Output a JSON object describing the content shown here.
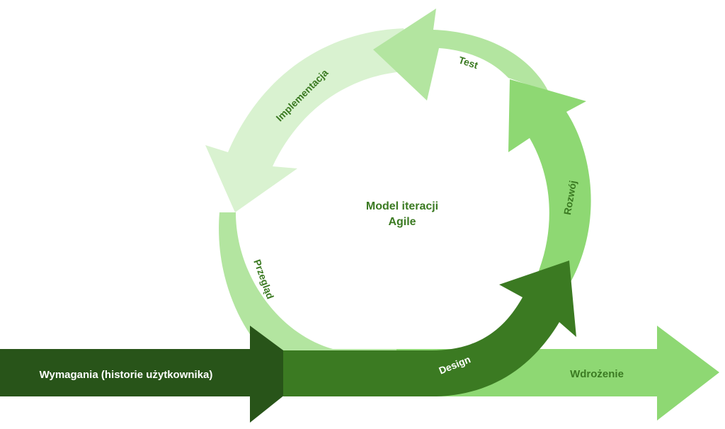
{
  "diagram": {
    "center_title": {
      "line1": "Model iteracji",
      "line2": "Agile"
    },
    "stages": {
      "requirements": "Wymagania (historie użytkownika)",
      "design": "Design",
      "development": "Rozwój",
      "test": "Test",
      "implementation": "Implementacja",
      "review": "Przegląd",
      "deployment": "Wdrożenie"
    },
    "colors": {
      "requirements": "#285419",
      "design": "#3b7a22",
      "development": "#8ed873",
      "test": "#b3e5a0",
      "implementation": "#d9f2d0",
      "review": "#b3e5a0",
      "deployment": "#8ed873",
      "title_text": "#3b7a22",
      "dark_text": "#ffffff",
      "light_text": "#3b7a22"
    }
  }
}
